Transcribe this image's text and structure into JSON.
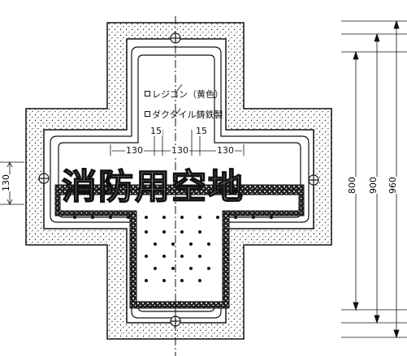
{
  "notes": [
    "レジコン（黄色）",
    "ダクタイル鋳鉄製"
  ],
  "dimensions": {
    "offset_15_a": "15",
    "offset_15_b": "15",
    "spacing": [
      "130",
      "130",
      "130"
    ],
    "left_130": "130",
    "right": [
      "800",
      "900",
      "960"
    ]
  },
  "main_text": "消防用空地",
  "colors": {
    "line": "#111111",
    "background": "#ffffff"
  }
}
